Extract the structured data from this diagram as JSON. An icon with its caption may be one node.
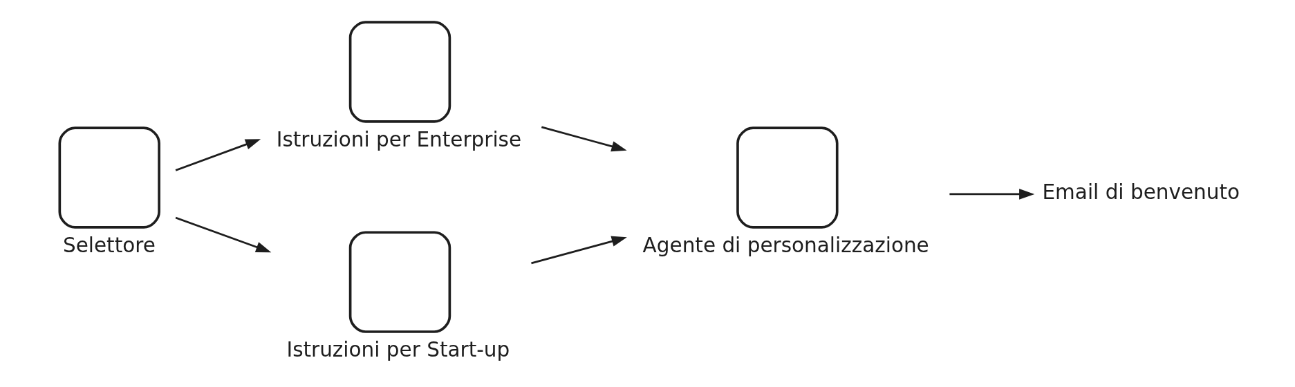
{
  "diagram": {
    "nodes": [
      {
        "text": [
          "Selettore"
        ]
      },
      {
        "text": [
          "Istruzioni per Enterprise"
        ]
      },
      {
        "text": [
          "Istruzioni per Start-up"
        ]
      },
      {
        "text": [
          "Agente di personalizzazione"
        ]
      },
      {
        "text": [
          "Email di benvenuto"
        ]
      }
    ],
    "edges": [
      {
        "from": 0,
        "to": 1,
        "arrow": "to"
      },
      {
        "from": 0,
        "to": 2,
        "arrow": "to"
      },
      {
        "from": 1,
        "to": 3,
        "arrow": "to"
      },
      {
        "from": 2,
        "to": 3,
        "arrow": "to"
      },
      {
        "from": 3,
        "to": 4,
        "arrow": "to"
      }
    ]
  }
}
